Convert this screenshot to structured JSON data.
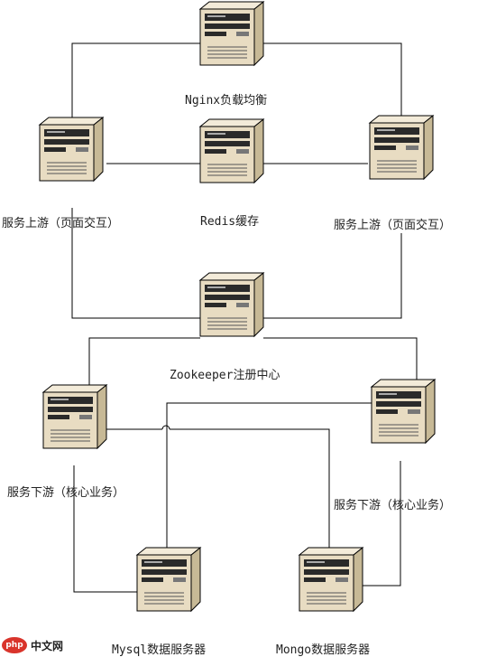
{
  "colors": {
    "line": "#000000",
    "server_body": "#e8dcc2",
    "server_dark": "#2a2a2a"
  },
  "nodes": {
    "nginx": {
      "label": "Nginx负载均衡",
      "icon": "server-icon"
    },
    "upstream_left": {
      "label": "服务上游（页面交互）",
      "icon": "server-icon"
    },
    "redis": {
      "label": "Redis缓存",
      "icon": "server-icon"
    },
    "upstream_right": {
      "label": "服务上游（页面交互）",
      "icon": "server-icon"
    },
    "zookeeper": {
      "label": "Zookeeper注册中心",
      "icon": "server-icon"
    },
    "downstream_left": {
      "label": "服务下游（核心业务）",
      "icon": "server-icon"
    },
    "downstream_right": {
      "label": "服务下游（核心业务）",
      "icon": "server-icon"
    },
    "mysql": {
      "label": "Mysql数据服务器",
      "icon": "server-icon"
    },
    "mongo": {
      "label": "Mongo数据服务器",
      "icon": "server-icon"
    }
  },
  "watermark": {
    "logo": "php",
    "text": "中文网"
  }
}
